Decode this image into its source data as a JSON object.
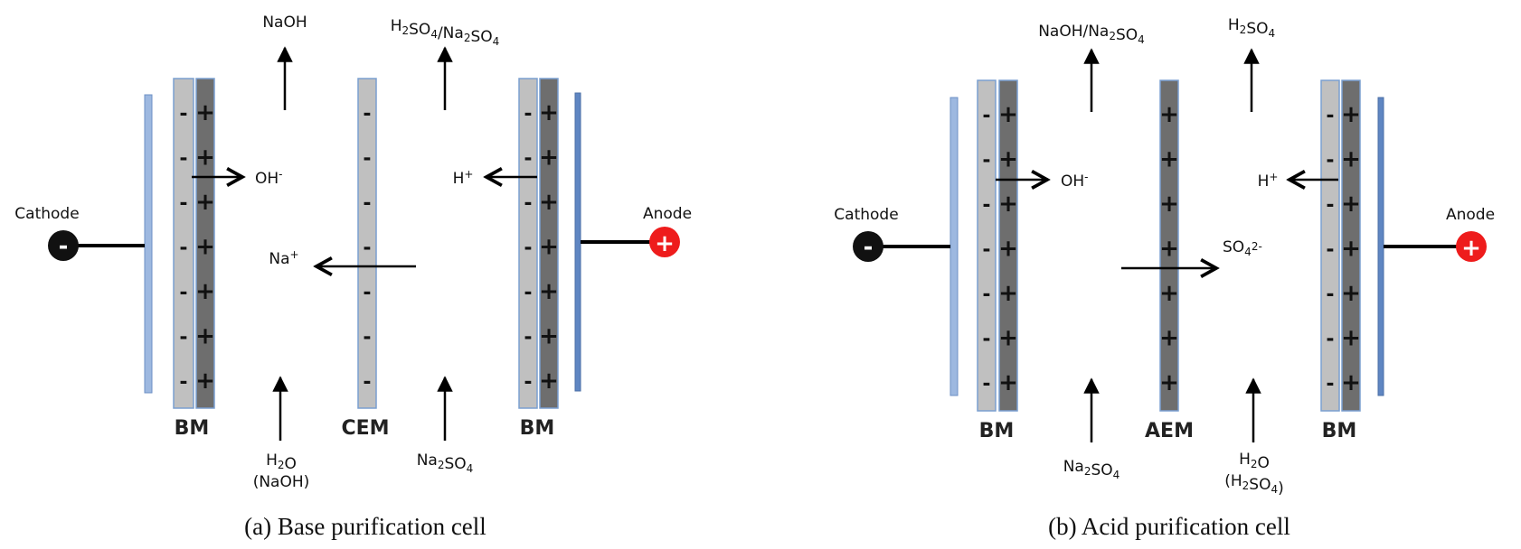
{
  "cells": [
    {
      "caption": "(a) Base purification cell",
      "cathode_label": "Cathode",
      "anode_label": "Anode",
      "cathode_symbol": "-",
      "anode_symbol": "+",
      "membranes": [
        {
          "label": "BM",
          "type": "bipolar"
        },
        {
          "label": "CEM",
          "type": "cation-exchange"
        },
        {
          "label": "BM",
          "type": "bipolar"
        }
      ],
      "outlets": [
        {
          "base": "NaOH",
          "parts": [
            [
              "NaOH",
              null
            ]
          ]
        },
        {
          "base": "H2SO4/Na2SO4",
          "parts": [
            [
              "H",
              null
            ],
            [
              "2",
              "sub"
            ],
            [
              "SO",
              null
            ],
            [
              "4",
              "sub"
            ],
            [
              "/Na",
              null
            ],
            [
              "2",
              "sub"
            ],
            [
              "SO",
              null
            ],
            [
              "4",
              "sub"
            ]
          ]
        }
      ],
      "inlets": [
        {
          "lines": [
            [
              [
                "H",
                null
              ],
              [
                "2",
                "sub"
              ],
              [
                "O",
                null
              ]
            ],
            [
              [
                "(NaOH)",
                null
              ]
            ]
          ]
        },
        {
          "lines": [
            [
              [
                "Na",
                null
              ],
              [
                "2",
                "sub"
              ],
              [
                "SO",
                null
              ],
              [
                "4",
                "sub"
              ]
            ]
          ]
        }
      ],
      "ions": [
        {
          "name": "OH-",
          "parts": [
            [
              "OH",
              null
            ],
            [
              "-",
              "sup"
            ]
          ]
        },
        {
          "name": "Na+",
          "parts": [
            [
              "Na",
              null
            ],
            [
              "+",
              "sup"
            ]
          ]
        },
        {
          "name": "H+",
          "parts": [
            [
              "H",
              null
            ],
            [
              "+",
              "sup"
            ]
          ]
        }
      ]
    },
    {
      "caption": "(b) Acid purification cell",
      "cathode_label": "Cathode",
      "anode_label": "Anode",
      "cathode_symbol": "-",
      "anode_symbol": "+",
      "membranes": [
        {
          "label": "BM",
          "type": "bipolar"
        },
        {
          "label": "AEM",
          "type": "anion-exchange"
        },
        {
          "label": "BM",
          "type": "bipolar"
        }
      ],
      "outlets": [
        {
          "base": "NaOH/Na2SO4",
          "parts": [
            [
              "NaOH/Na",
              null
            ],
            [
              "2",
              "sub"
            ],
            [
              "SO",
              null
            ],
            [
              "4",
              "sub"
            ]
          ]
        },
        {
          "base": "H2SO4",
          "parts": [
            [
              "H",
              null
            ],
            [
              "2",
              "sub"
            ],
            [
              "SO",
              null
            ],
            [
              "4",
              "sub"
            ]
          ]
        }
      ],
      "inlets": [
        {
          "lines": [
            [
              [
                "Na",
                null
              ],
              [
                "2",
                "sub"
              ],
              [
                "SO",
                null
              ],
              [
                "4",
                "sub"
              ]
            ]
          ]
        },
        {
          "lines": [
            [
              [
                "H",
                null
              ],
              [
                "2",
                "sub"
              ],
              [
                "O",
                null
              ]
            ],
            [
              [
                "(H",
                null
              ],
              [
                "2",
                "sub"
              ],
              [
                "SO",
                null
              ],
              [
                "4",
                "sub"
              ],
              [
                ")",
                null
              ]
            ]
          ]
        }
      ],
      "ions": [
        {
          "name": "OH-",
          "parts": [
            [
              "OH",
              null
            ],
            [
              "-",
              "sup"
            ]
          ]
        },
        {
          "name": "SO42-",
          "parts": [
            [
              "SO",
              null
            ],
            [
              "4",
              "sub"
            ],
            [
              "2-",
              "sup"
            ]
          ]
        },
        {
          "name": "H+",
          "parts": [
            [
              "H",
              null
            ],
            [
              "+",
              "sup"
            ]
          ]
        }
      ]
    }
  ],
  "colors": {
    "membrane_light": "#c0c0c0",
    "membrane_dark": "#6e6e6e",
    "membrane_border": "#7a9fd0",
    "electrode": "#9db8e0",
    "anode_fill": "#ee1c1c",
    "cathode_fill": "#111111",
    "arrow": "#000000"
  }
}
